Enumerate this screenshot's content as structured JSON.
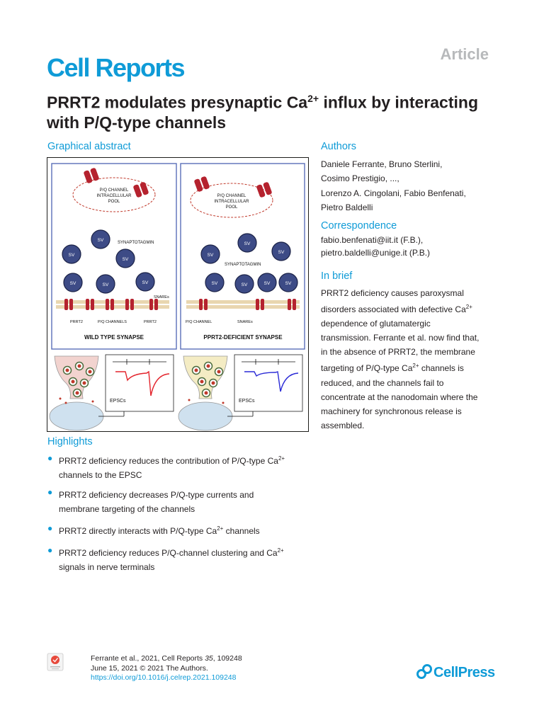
{
  "header": {
    "article_label": "Article",
    "journal": "Cell Reports"
  },
  "title": {
    "part1": "PRRT2 modulates presynaptic Ca",
    "sup": "2+",
    "part2": " influx by interacting with P/Q-type channels"
  },
  "graphical_abstract": {
    "heading": "Graphical abstract",
    "left_panel": {
      "pool_label_1": "P/Q CHANNEL",
      "pool_label_2": "INTRACELLULAR",
      "pool_label_3": "POOL",
      "synaptotagmin": "SYNAPTOTAGMIN",
      "snares": "SNAREs",
      "membrane_label_1": "PRRT2",
      "membrane_label_2": "P/Q CHANNELS",
      "membrane_label_3": "PRRT2",
      "title": "WILD TYPE SYNAPSE",
      "epscs": "EPSCs"
    },
    "right_panel": {
      "pool_label_1": "P/Q CHANNEL",
      "pool_label_2": "INTRACELLULAR",
      "pool_label_3": "POOL",
      "synaptotagmin": "SYNAPTOTAGMIN",
      "membrane_label_1": "P/Q CHANNEL",
      "membrane_label_2": "SNAREs",
      "title": "PPRT2-DEFICIENT SYNAPSE",
      "epscs": "EPSCs"
    },
    "vesicle_label": "SV",
    "colors": {
      "channel": "#b5222e",
      "trace_wt": "#e3232b",
      "trace_ko": "#2a2ad6",
      "terminal_wt": "#f2d3cf",
      "terminal_ko": "#f4ecc4",
      "vesicle": "#3d4b86",
      "panel_border": "#5a6fb8"
    }
  },
  "authors": {
    "heading": "Authors",
    "lines": [
      "Daniele Ferrante, Bruno Sterlini,",
      "Cosimo Prestigio, ...,",
      "Lorenzo A. Cingolani, Fabio Benfenati,",
      "Pietro Baldelli"
    ]
  },
  "correspondence": {
    "heading": "Correspondence",
    "lines": [
      "fabio.benfenati@iit.it (F.B.),",
      "pietro.baldelli@unige.it (P.B.)"
    ]
  },
  "in_brief": {
    "heading": "In brief",
    "line1": "PRRT2 deficiency causes paroxysmal",
    "line2a": "disorders associated with defective Ca",
    "line2sup": "2+",
    "line3": "dependence of glutamatergic",
    "line4": "transmission. Ferrante et al. now find that,",
    "line5": "in the absence of PRRT2, the membrane",
    "line6a": "targeting of P/Q-type Ca",
    "line6sup": "2+",
    "line6b": " channels is",
    "line7": "reduced, and the channels fail to",
    "line8": "concentrate at the nanodomain where the",
    "line9": "machinery for synchronous release is",
    "line10": "assembled."
  },
  "highlights": {
    "heading": "Highlights",
    "items": [
      {
        "line1a": "PRRT2 deficiency reduces the contribution of P/Q-type Ca",
        "sup": "2+",
        "line1b": "",
        "line2": "channels to the EPSC"
      },
      {
        "line1a": "PRRT2 deficiency decreases P/Q-type currents and",
        "sup": "",
        "line1b": "",
        "line2": "membrane targeting of the channels"
      },
      {
        "line1a": "PRRT2 directly interacts with P/Q-type Ca",
        "sup": "2+",
        "line1b": " channels",
        "line2": ""
      },
      {
        "line1a": "PRRT2 deficiency reduces P/Q-channel clustering and Ca",
        "sup": "2+",
        "line1b": "",
        "line2": "signals in nerve terminals"
      }
    ]
  },
  "footer": {
    "citation_a": "Ferrante et al., 2021, Cell Reports ",
    "citation_vol": "35",
    "citation_b": ", 109248",
    "date_line": "June 15, 2021 © 2021 The Authors.",
    "doi": "https://doi.org/10.1016/j.celrep.2021.109248",
    "publisher": "CellPress",
    "badge_icon": "check-for-updates-icon"
  }
}
